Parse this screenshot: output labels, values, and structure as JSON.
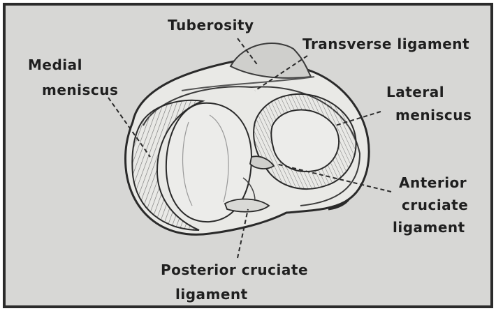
{
  "diagram": {
    "labels": {
      "tuberosity": "Tuberosity",
      "transverse_ligament": "Transverse ligament",
      "medial_meniscus_line1": "Medial",
      "medial_meniscus_line2": "meniscus",
      "lateral_meniscus_line1": "Lateral",
      "lateral_meniscus_line2": "meniscus",
      "anterior_cruciate_line1": "Anterior",
      "anterior_cruciate_line2": "cruciate",
      "anterior_cruciate_line3": "ligament",
      "posterior_cruciate_line1": "Posterior cruciate",
      "posterior_cruciate_line2": "ligament"
    }
  }
}
